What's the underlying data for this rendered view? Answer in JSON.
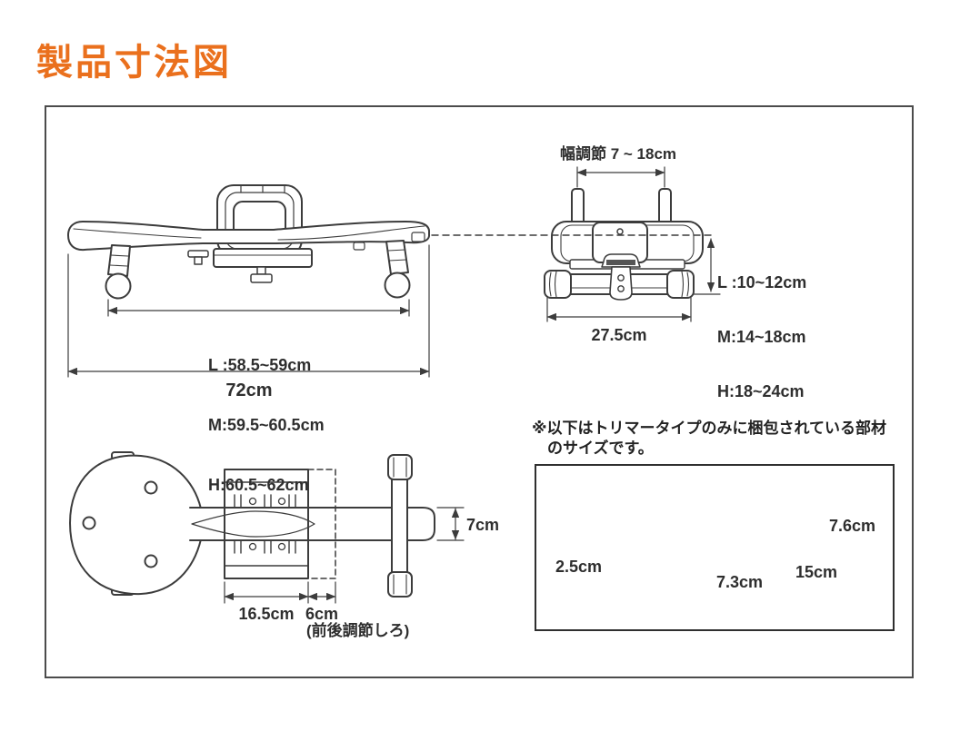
{
  "title": "製品寸法図",
  "side_view": {
    "foot_span_lines": [
      "L :58.5~59cm",
      "M:59.5~60.5cm",
      "H:60.5~62cm"
    ],
    "total_width": "72cm"
  },
  "front_view": {
    "width_adjust": "幅調節 7 ~ 18cm",
    "height_lines": [
      "L :10~12cm",
      "M:14~18cm",
      "H:18~24cm"
    ],
    "base_width": "27.5cm"
  },
  "top_view": {
    "shaft_width": "7cm",
    "block_length": "16.5cm",
    "slide_length": "6cm",
    "slide_note": "(前後調節しろ)"
  },
  "trimmer_note_line1": "※以下はトリマータイプのみに梱包されている部材",
  "trimmer_note_line2": "のサイズです。",
  "parts": {
    "disc_thickness": "2.5cm",
    "wedge_height": "7.6cm",
    "wedge_width": "15cm",
    "wedge_depth": "7.3cm"
  },
  "colors": {
    "accent": "#EA701D",
    "line": "#3C3C3C"
  }
}
